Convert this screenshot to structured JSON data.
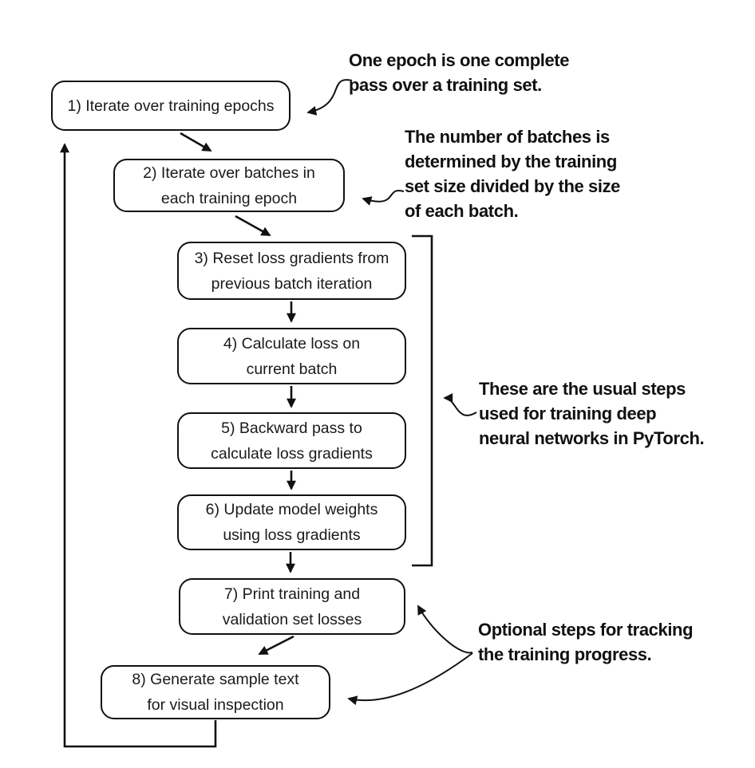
{
  "figure": {
    "colors": {
      "background": "#ffffff",
      "ink": "#111111"
    },
    "boxes": [
      {
        "text": "1) Iterate over training epochs"
      },
      {
        "text": "2) Iterate over batches in\neach training epoch"
      },
      {
        "text": "3) Reset loss gradients from\nprevious batch iteration"
      },
      {
        "text": "4) Calculate loss on\ncurrent batch"
      },
      {
        "text": "5) Backward pass to\ncalculate loss gradients"
      },
      {
        "text": "6) Update model weights\nusing loss gradients"
      },
      {
        "text": "7) Print training and\nvalidation set losses"
      },
      {
        "text": "8) Generate sample text\nfor visual inspection"
      }
    ],
    "annotations": [
      {
        "text": "One epoch is one complete\npass over a training set."
      },
      {
        "text": "The number of batches is\ndetermined by the training\nset size divided by the size\nof each batch."
      },
      {
        "text": "These are the usual steps\nused for training deep\nneural networks in PyTorch."
      },
      {
        "text": "Optional steps for tracking\nthe training progress."
      }
    ]
  }
}
